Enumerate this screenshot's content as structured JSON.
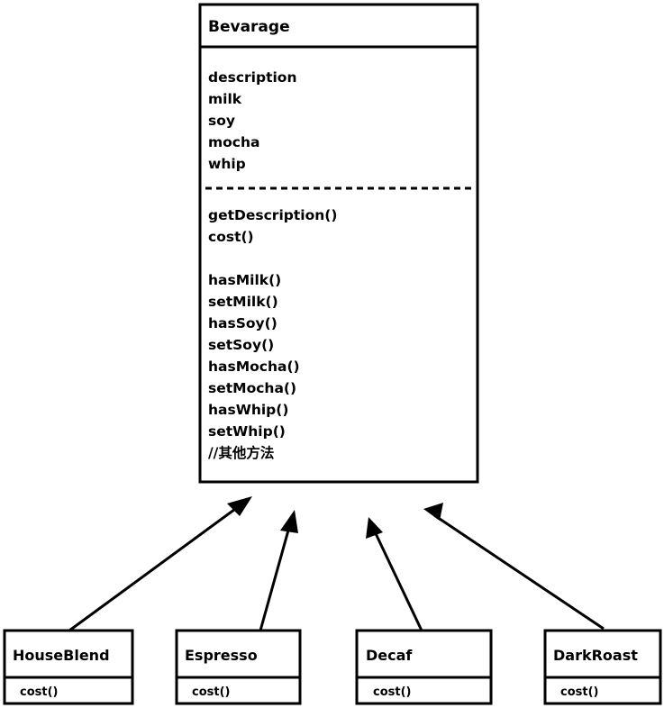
{
  "diagram": {
    "kind": "uml-class-diagram",
    "background_color": "#ffffff",
    "line_color": "#000000",
    "relationship": "generalization",
    "superclass": {
      "name": "Bevarage",
      "attributes": [
        "description",
        "milk",
        "soy",
        "mocha",
        "whip"
      ],
      "operations_primary": [
        "getDescription()",
        "cost()"
      ],
      "operations_secondary": [
        "hasMilk()",
        "setMilk()",
        "hasSoy()",
        "setSoy()",
        "hasMocha()",
        "setMocha()",
        "hasWhip()",
        "setWhip()"
      ],
      "comment": "//其他方法"
    },
    "subclasses": [
      {
        "name": "HouseBlend",
        "operations": [
          "cost()"
        ]
      },
      {
        "name": "Espresso",
        "operations": [
          "cost()"
        ]
      },
      {
        "name": "Decaf",
        "operations": [
          "cost()"
        ]
      },
      {
        "name": "DarkRoast",
        "operations": [
          "cost()"
        ]
      }
    ]
  }
}
